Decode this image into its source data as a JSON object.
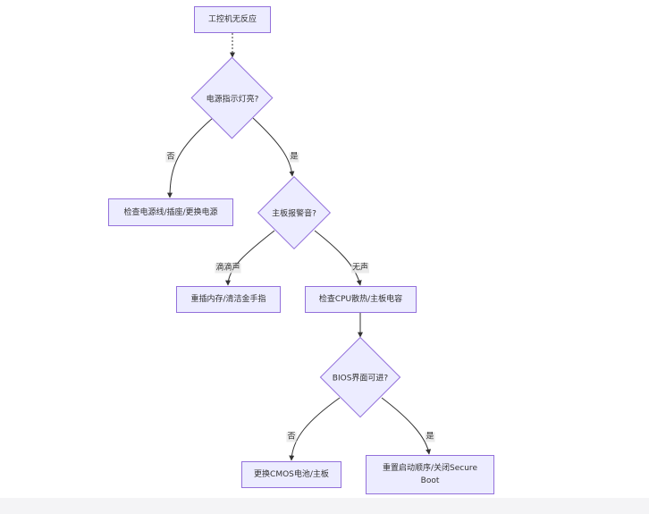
{
  "diagram": {
    "nodes": {
      "start": "工控机无反应",
      "q_power": "电源指示灯亮?",
      "check_power": "检查电源线/插座/更换电源",
      "q_beep": "主板报警音?",
      "reseat_mem": "重插内存/清洁金手指",
      "check_cpu": "检查CPU散热/主板电容",
      "q_bios": "BIOS界面可进?",
      "replace_cmos": "更换CMOS电池/主板",
      "reset_boot_line1": "重置启动顺序/关闭Secure",
      "reset_boot_line2": "Boot"
    },
    "edges": {
      "power_no": "否",
      "power_yes": "是",
      "beep_didi": "滴滴声",
      "beep_none": "无声",
      "bios_no": "否",
      "bios_yes": "是"
    },
    "colors": {
      "node_fill": "#ECECFF",
      "node_border": "#9370DB",
      "edge": "#333333"
    }
  }
}
